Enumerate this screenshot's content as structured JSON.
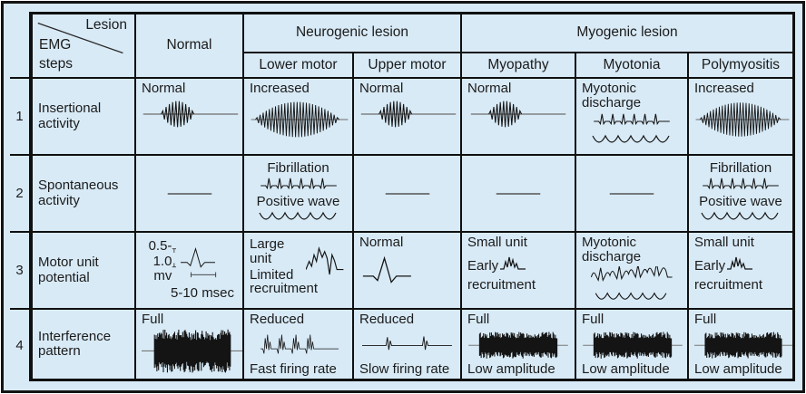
{
  "colors": {
    "panel_background": "#d8eaf6",
    "grid_line": "#101010",
    "text": "#1b1b1b",
    "waveform": "#141414",
    "baseline": "#6e6e6e"
  },
  "table": {
    "corner": {
      "top": "Lesion",
      "left1": "EMG",
      "left2": "steps"
    },
    "columns": {
      "normal": "Normal",
      "neurogenic": "Neurogenic lesion",
      "myogenic": "Myogenic lesion",
      "lower": "Lower motor",
      "upper": "Upper motor",
      "myopathy": "Myopathy",
      "myotonia": "Myotonia",
      "polymyositis": "Polymyositis"
    },
    "rows": [
      {
        "num": "1",
        "step": "Insertional activity",
        "cells": {
          "normal": {
            "label": "Normal",
            "wave": "burst-small"
          },
          "lower": {
            "label": "Increased",
            "wave": "burst-large"
          },
          "upper": {
            "label": "Normal",
            "wave": "burst-small"
          },
          "myopathy": {
            "label": "Normal",
            "wave": "burst-small"
          },
          "myotonia": {
            "label": "Myotonic discharge",
            "wave": "fib-spikes",
            "wave2": "pos-waves"
          },
          "polymyositis": {
            "label": "Increased",
            "wave": "burst-large"
          }
        }
      },
      {
        "num": "2",
        "step": "Spontaneous activity",
        "cells": {
          "normal": {
            "wave": "flat"
          },
          "lower": {
            "label": "Fibrillation",
            "wave": "fib-spikes",
            "label2": "Positive wave",
            "wave2": "pos-waves"
          },
          "upper": {
            "wave": "flat"
          },
          "myopathy": {
            "wave": "flat"
          },
          "myotonia": {
            "wave": "flat"
          },
          "polymyositis": {
            "label": "Fibrillation",
            "wave": "fib-spikes",
            "label2": "Positive wave",
            "wave2": "pos-waves"
          }
        }
      },
      {
        "num": "3",
        "step": "Motor unit potential",
        "cells": {
          "normal": {
            "amplitude": "0.5-1.0",
            "amplitude_unit": "mv",
            "wave": "mup-annotated",
            "duration": "5-10 msec"
          },
          "lower": {
            "label": "Large unit",
            "label2": "Limited recruitment",
            "wave": "mup-large"
          },
          "upper": {
            "label": "Normal",
            "wave": "mup-normal"
          },
          "myopathy": {
            "label": "Small unit",
            "label2": "Early",
            "wave": "mup-small",
            "label3": "recruitment"
          },
          "myotonia": {
            "label": "Myotonic discharge",
            "wave": "myotonic-wavy",
            "wave2": "pos-waves"
          },
          "polymyositis": {
            "label": "Small unit",
            "label2": "Early",
            "wave": "mup-small",
            "label3": "recruitment"
          }
        }
      },
      {
        "num": "4",
        "step": "Interference pattern",
        "cells": {
          "normal": {
            "label": "Full",
            "wave": "interference-full"
          },
          "lower": {
            "label": "Reduced",
            "wave": "reduced-fast",
            "sub": "Fast firing rate"
          },
          "upper": {
            "label": "Reduced",
            "wave": "reduced-slow",
            "sub": "Slow firing rate"
          },
          "myopathy": {
            "label": "Full",
            "wave": "interference-low",
            "sub": "Low amplitude"
          },
          "myotonia": {
            "label": "Full",
            "wave": "interference-low",
            "sub": "Low amplitude"
          },
          "polymyositis": {
            "label": "Full",
            "wave": "interference-low",
            "sub": "Low amplitude"
          }
        }
      }
    ]
  }
}
